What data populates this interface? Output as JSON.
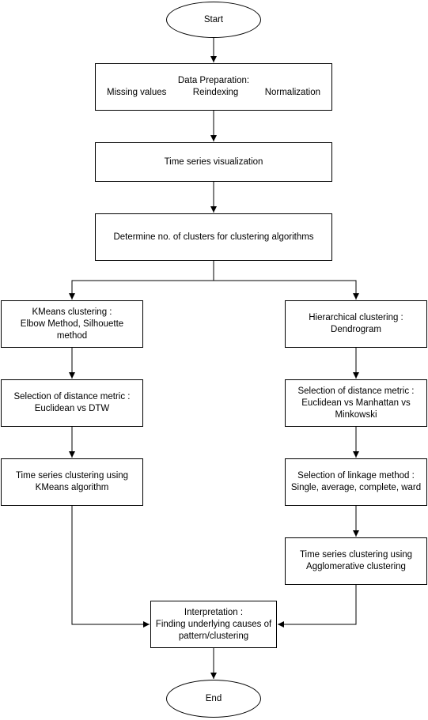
{
  "nodes": {
    "start": "Start",
    "prep": {
      "title": "Data Preparation:",
      "items": [
        "Missing values",
        "Reindexing",
        "Normalization"
      ]
    },
    "viz": "Time series visualization",
    "determine": "Determine no. of clusters for clustering algorithms",
    "kmeans": [
      "KMeans clustering :",
      "Elbow Method, Silhouette",
      "method"
    ],
    "hier": [
      "Hierarchical clustering :",
      "Dendrogram"
    ],
    "dist_left": [
      "Selection of distance metric :",
      "Euclidean vs DTW"
    ],
    "dist_right": [
      "Selection of distance metric :",
      "Euclidean vs Manhattan vs",
      "Minkowski"
    ],
    "ts_kmeans": [
      "Time series clustering using",
      "KMeans algorithm"
    ],
    "linkage": [
      "Selection of linkage method :",
      "Single, average, complete, ward"
    ],
    "ts_agglo": [
      "Time series clustering using",
      "Agglomerative clustering"
    ],
    "interp": [
      "Interpretation :",
      "Finding underlying causes of",
      "pattern/clustering"
    ],
    "end": "End"
  }
}
